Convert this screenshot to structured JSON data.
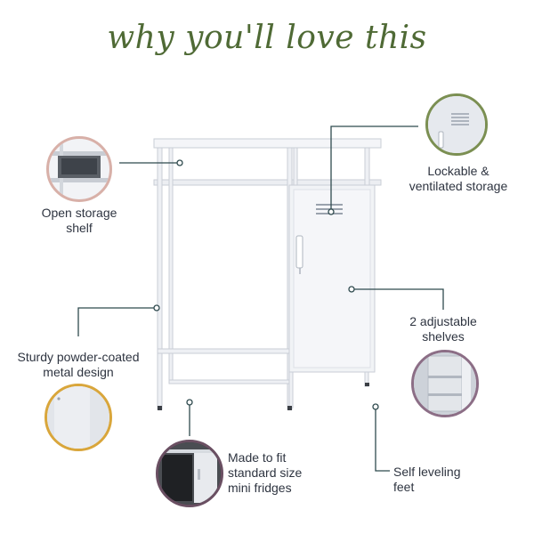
{
  "title": "why you'll love this",
  "features": {
    "open_storage": "Open storage\nshelf",
    "lockable": "Lockable &\nventilated storage",
    "sturdy": "Sturdy powder-coated\nmetal design",
    "shelves": "2 adjustable\nshelves",
    "fridge": "Made to fit\nstandard size\nmini fridges",
    "feet": "Self leveling\nfeet"
  },
  "colors": {
    "title": "#4f6a35",
    "leader": "#2f4a4e",
    "ring_pink": "#d8b0a8",
    "ring_green": "#7b8f52",
    "ring_gold": "#d9a63b",
    "ring_plum": "#8c6e86",
    "ring_dark": "#6a4f62",
    "cabinet": "#f1f3f6"
  },
  "icons": {
    "door_handle": "door-handle-icon",
    "vent": "vent-icon"
  }
}
